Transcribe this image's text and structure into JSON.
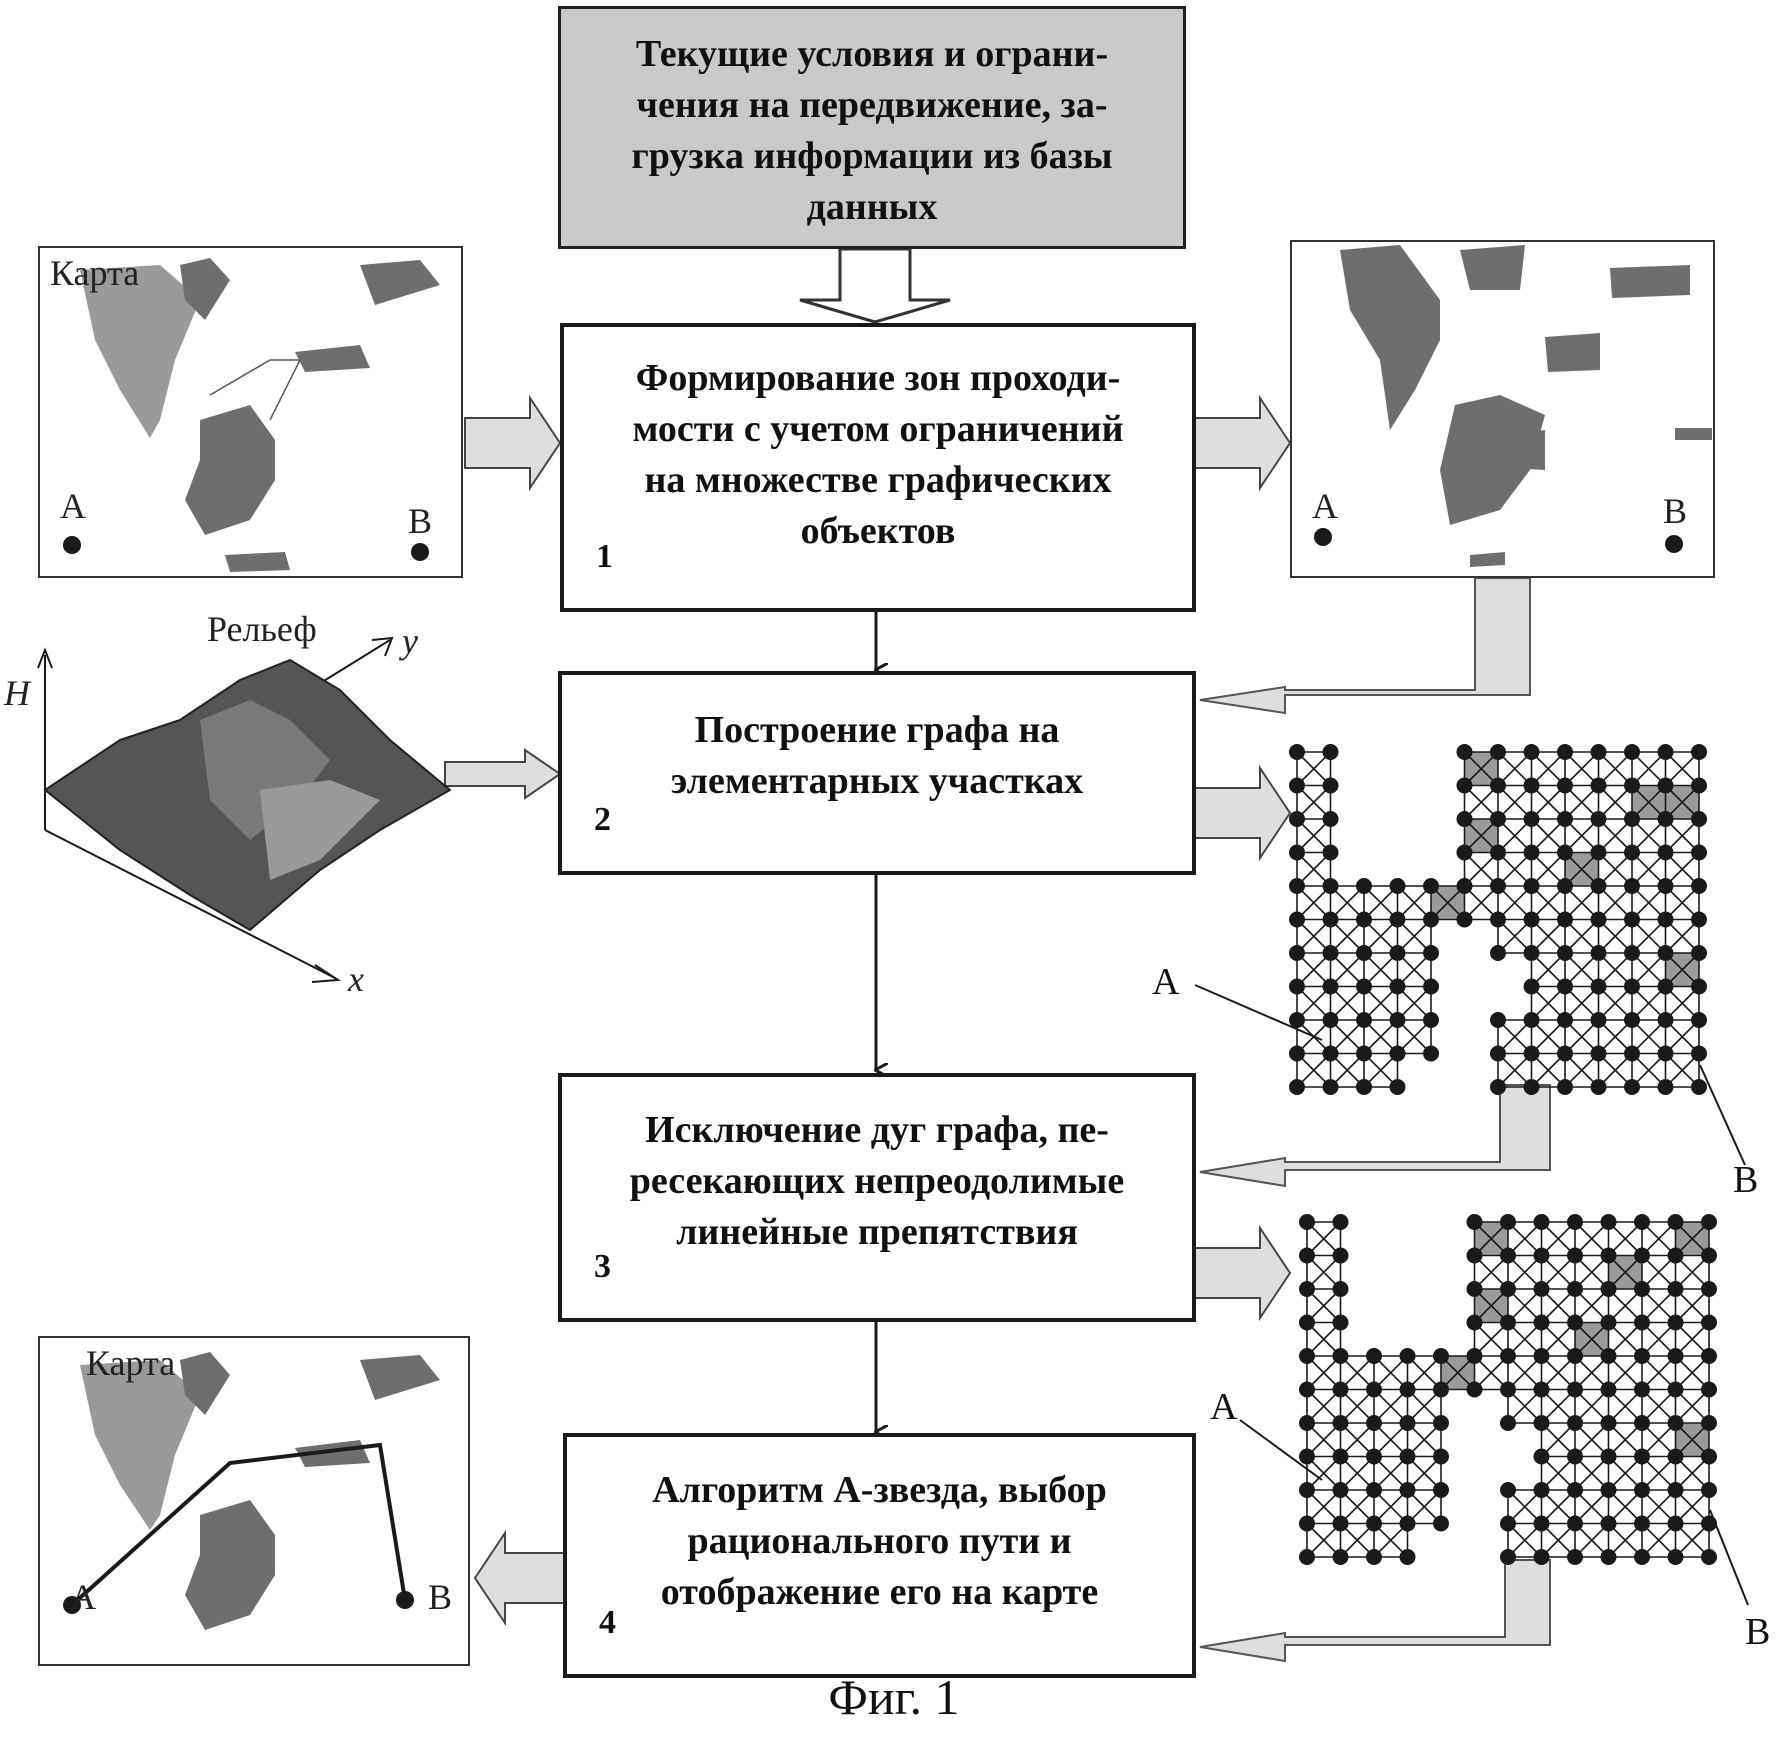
{
  "boxes": {
    "b0": {
      "text": "Текущие условия и ограни-\nчения на передвижение, за-\nгрузка информации из базы\nданных"
    },
    "b1": {
      "text": "Формирование зон проходи-\nмости с учетом ограничений\nна множестве графических\nобъектов",
      "num": "1"
    },
    "b2": {
      "text": "Построение графа на\nэлементарных участках",
      "num": "2"
    },
    "b3": {
      "text": "Исключение дуг графа, пе-\nресекающих непреодолимые\nлинейные препятствия",
      "num": "3"
    },
    "b4": {
      "text": "Алгоритм А-звезда,  выбор\nрационального пути и\nотображение его на карте",
      "num": "4"
    }
  },
  "panels": {
    "map1": {
      "title": "Карта",
      "a": "A",
      "b": "B"
    },
    "map2": {
      "a": "A",
      "b": "B"
    },
    "map3": {
      "title": "Карта",
      "a": "A",
      "b": "B"
    },
    "relief": {
      "title": "Рельеф",
      "h": "H",
      "x": "x",
      "y": "y"
    },
    "graph1": {
      "a": "A",
      "b": "B"
    },
    "graph2": {
      "a": "A",
      "b": "B"
    }
  },
  "caption": "Фиг. 1",
  "colors": {
    "obstacle": "#6e6e6e",
    "region": "#9a9a9a",
    "arrow": "#dedede",
    "line": "#1a1a1a",
    "header_box": "#c9c9c9"
  }
}
